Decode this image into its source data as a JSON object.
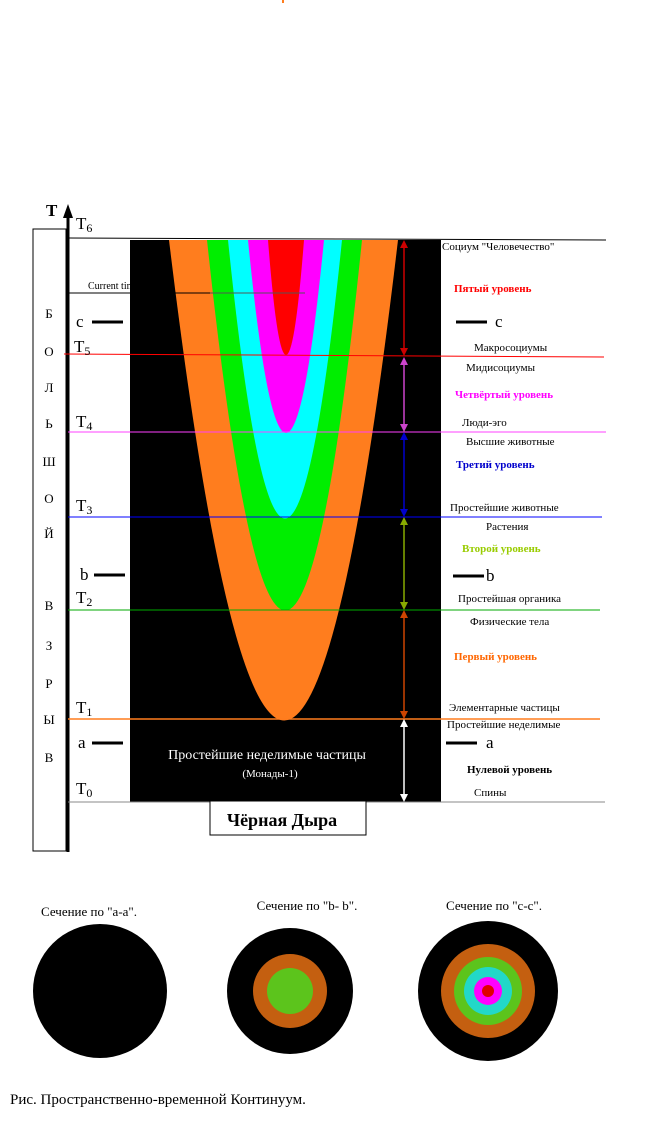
{
  "axis": {
    "label": "T",
    "side_word_letters": [
      "Б",
      "О",
      "Л",
      "Ь",
      "Ш",
      "О",
      "Й",
      "",
      "В",
      "З",
      "Р",
      "Ы",
      "В"
    ],
    "time_marks": [
      {
        "name": "T",
        "sub": "6"
      },
      {
        "name": "T",
        "sub": "5"
      },
      {
        "name": "T",
        "sub": "4"
      },
      {
        "name": "T",
        "sub": "3"
      },
      {
        "name": "T",
        "sub": "2"
      },
      {
        "name": "T",
        "sub": "1"
      },
      {
        "name": "T",
        "sub": "0"
      }
    ],
    "current_time": "Current time"
  },
  "sections_markers": {
    "c": "c",
    "b": "b",
    "a": "a"
  },
  "black_hole": {
    "inner_text": "Простейшие неделимые частицы",
    "inner_sub": "(Монады-1)",
    "caption": "Чёрная Дыра"
  },
  "right_labels": {
    "socium": "Социум  \"Человечество\"",
    "macro": "Макросоциумы",
    "midi": "Мидисоциумы",
    "people": "Люди-эго",
    "higher_animals": "Высшие животные",
    "simple_animals": "Простейшие животные",
    "plants": "Растения",
    "simple_organic": "Простейшая органика",
    "phys_bodies": "Физические тела",
    "elem_particles": "Элементарные частицы",
    "simple_indivisible": "Простейшие неделимые",
    "spins": "Спины"
  },
  "levels": {
    "fifth": "Пятый уровень",
    "fourth": "Четвёртый уровень",
    "third": "Третий  уровень",
    "second": "Второй  уровень",
    "first": "Первый уровень",
    "zero": "Нулевой уровень"
  },
  "colors": {
    "black": "#000000",
    "orange": "#ff7d1e",
    "green": "#00ee00",
    "cyan": "#00ffff",
    "magenta": "#ff00ff",
    "red": "#ff0000",
    "line_t5": "#ff0000",
    "line_t4": "#ff40ff",
    "line_t3": "#0000ff",
    "line_t2": "#00aa00",
    "line_t1": "#ff7d1e",
    "lvl_fifth": "#ff0000",
    "lvl_fourth": "#ff00ff",
    "lvl_third": "#0000cc",
    "lvl_second": "#99cc00",
    "lvl_first": "#ff6600",
    "lvl_zero": "#000000",
    "arrow_fifth": "#cc0000",
    "arrow_fourth": "#cc44cc",
    "arrow_third": "#0000cc",
    "arrow_second": "#88aa00",
    "arrow_first": "#cc4400",
    "arrow_zero": "#ffffff"
  },
  "cross_sections": [
    {
      "title": "Сечение по \"а-а\"."
    },
    {
      "title": "Сечение по \"b- b\"."
    },
    {
      "title": "Сечение по \"c-c\"."
    }
  ],
  "caption": "Рис. Пространственно-временной Континуум."
}
